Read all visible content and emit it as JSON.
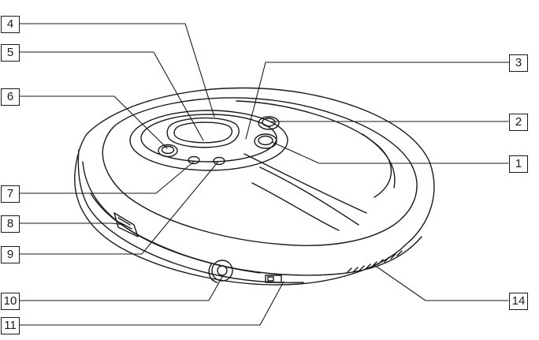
{
  "callouts": {
    "c1": "1",
    "c2": "2",
    "c3": "3",
    "c4": "4",
    "c5": "5",
    "c6": "6",
    "c7": "7",
    "c8": "8",
    "c9": "9",
    "c10": "10",
    "c11": "11",
    "c14": "14"
  },
  "colors": {
    "line": "#1a1a1a",
    "fill": "#ffffff"
  }
}
